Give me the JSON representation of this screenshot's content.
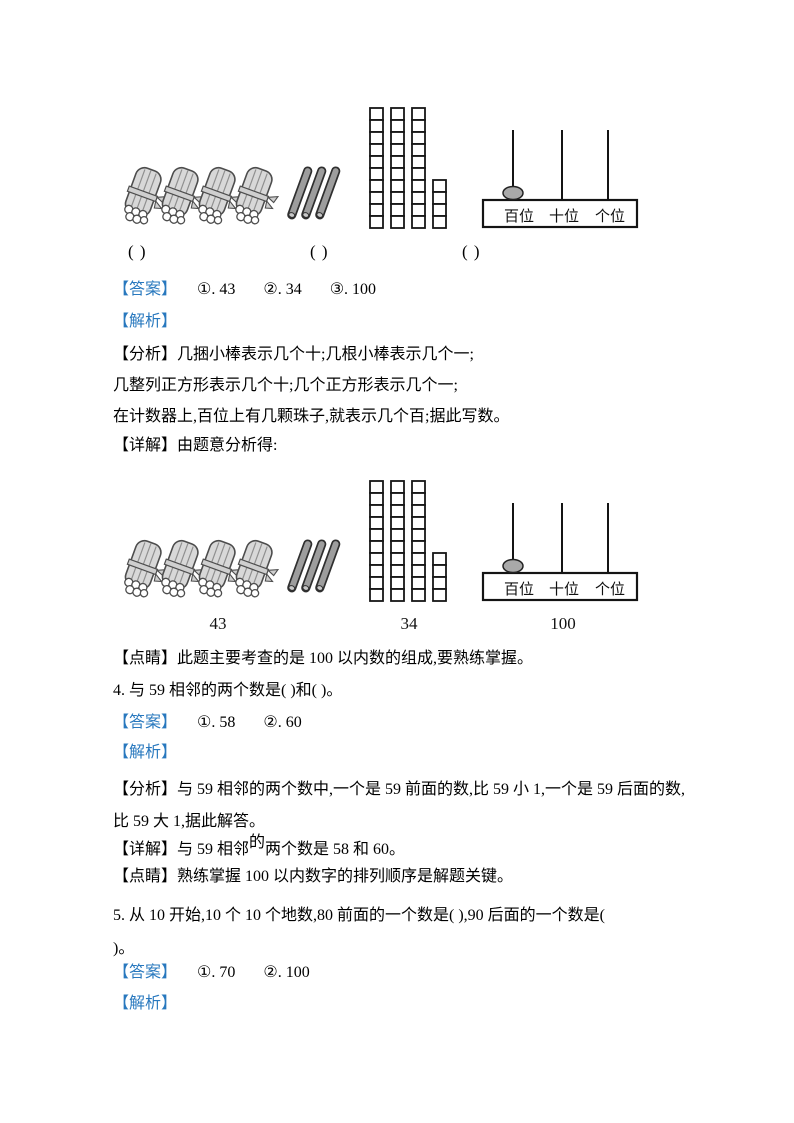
{
  "colors": {
    "label_blue": "#2878BE",
    "ink": "#000000"
  },
  "figure": {
    "bundles_count": 4,
    "loose_sticks_count": 3,
    "square_columns": [
      10,
      10,
      10,
      4
    ],
    "abacus_place_labels": [
      "百位",
      "十位",
      "个位"
    ],
    "abacus_hundreds_beads": 1,
    "blank1": "(   )",
    "blank2": "(   )",
    "blank3": "(   )"
  },
  "q3": {
    "answer_label": "【答案】",
    "answers": [
      "①. 43",
      "②. 34",
      "③. 100"
    ],
    "jiexi_label": "【解析】",
    "fenxi_lines": [
      "【分析】几捆小棒表示几个十;几根小棒表示几个一;",
      "几整列正方形表示几个十;几个正方形表示几个一;",
      "在计数器上,百位上有几颗珠子,就表示几个百;据此写数。"
    ],
    "xiangjie": "【详解】由题意分析得:",
    "figure_values": {
      "sticks": "43",
      "blocks": "34",
      "abacus": "100"
    },
    "dianjing": "【点睛】此题主要考查的是 100 以内数的组成,要熟练掌握。"
  },
  "q4": {
    "question": "4. 与 59 相邻的两个数是(   )和(   )。",
    "answer_label": "【答案】",
    "answers": [
      "①. 58",
      "②. 60"
    ],
    "jiexi_label": "【解析】",
    "fenxi_lines": [
      "【分析】与 59 相邻的两个数中,一个是 59 前面的数,比 59 小 1,一个是 59 后面的数,",
      "比 59 大 1,据此解答。"
    ],
    "xiangjie_label": "【详解】",
    "xiangjie_pre": "与 59 相邻",
    "xiangjie_sup": "的",
    "xiangjie_post": "两个数是 58 和 60。",
    "dianjing": "【点睛】熟练掌握 100 以内数字的排列顺序是解题关键。"
  },
  "q5": {
    "question_lines": [
      "5. 从 10 开始,10 个 10 个地数,80 前面的一个数是(   ),90 后面的一个数是(",
      ")。"
    ],
    "answer_label": "【答案】",
    "answers": [
      "①. 70",
      "②. 100"
    ],
    "jiexi_label": "【解析】"
  }
}
